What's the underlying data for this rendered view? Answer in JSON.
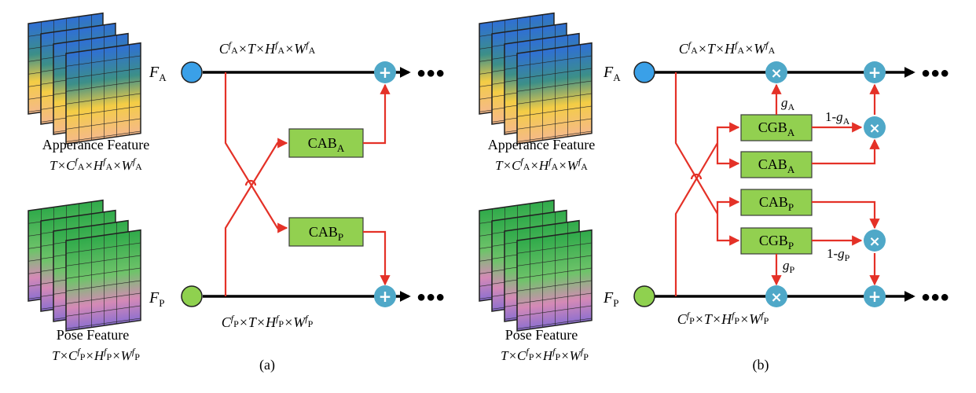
{
  "panel_a": {
    "caption": "(a)",
    "stream_a": {
      "label_main": "F",
      "label_sub": "A",
      "dims": [
        [
          "C",
          "f",
          "A"
        ],
        [
          "",
          "",
          "×T×"
        ],
        [
          "H",
          "f",
          "A"
        ],
        [
          "",
          "",
          "×"
        ],
        [
          "W",
          "f",
          "A"
        ]
      ]
    },
    "stream_p": {
      "label_main": "F",
      "label_sub": "P"
    },
    "feature_a": {
      "title": "Apperance Feature"
    },
    "feature_p": {
      "title": "Pose Feature"
    },
    "cab_a": {
      "main": "CAB",
      "sub": "A"
    },
    "cab_p": {
      "main": "CAB",
      "sub": "P"
    },
    "ellipsis": "●●●"
  },
  "panel_b": {
    "caption": "(b)",
    "stream_a": {
      "label_main": "F",
      "label_sub": "A"
    },
    "stream_p": {
      "label_main": "F",
      "label_sub": "P"
    },
    "feature_a": {
      "title": "Apperance Feature"
    },
    "feature_p": {
      "title": "Pose Feature"
    },
    "cgb_a": {
      "main": "CGB",
      "sub": "A"
    },
    "cab_a": {
      "main": "CAB",
      "sub": "A"
    },
    "cab_p": {
      "main": "CAB",
      "sub": "P"
    },
    "cgb_p": {
      "main": "CGB",
      "sub": "P"
    },
    "gate_a": {
      "main": "g",
      "sub": "A"
    },
    "gate_p": {
      "main": "g",
      "sub": "P"
    },
    "one_minus_a": {
      "prefix": "1-",
      "main": "g",
      "sub": "A"
    },
    "one_minus_p": {
      "prefix": "1-",
      "main": "g",
      "sub": "P"
    },
    "ellipsis": "●●●"
  },
  "symbols": {
    "plus": "+",
    "times": "×"
  },
  "colors": {
    "arrow_red": "#e43127",
    "block_green": "#92d050",
    "op_blue": "#4fa8c8",
    "node_blue": "#3aa0e8",
    "node_green": "#8fd14f"
  }
}
